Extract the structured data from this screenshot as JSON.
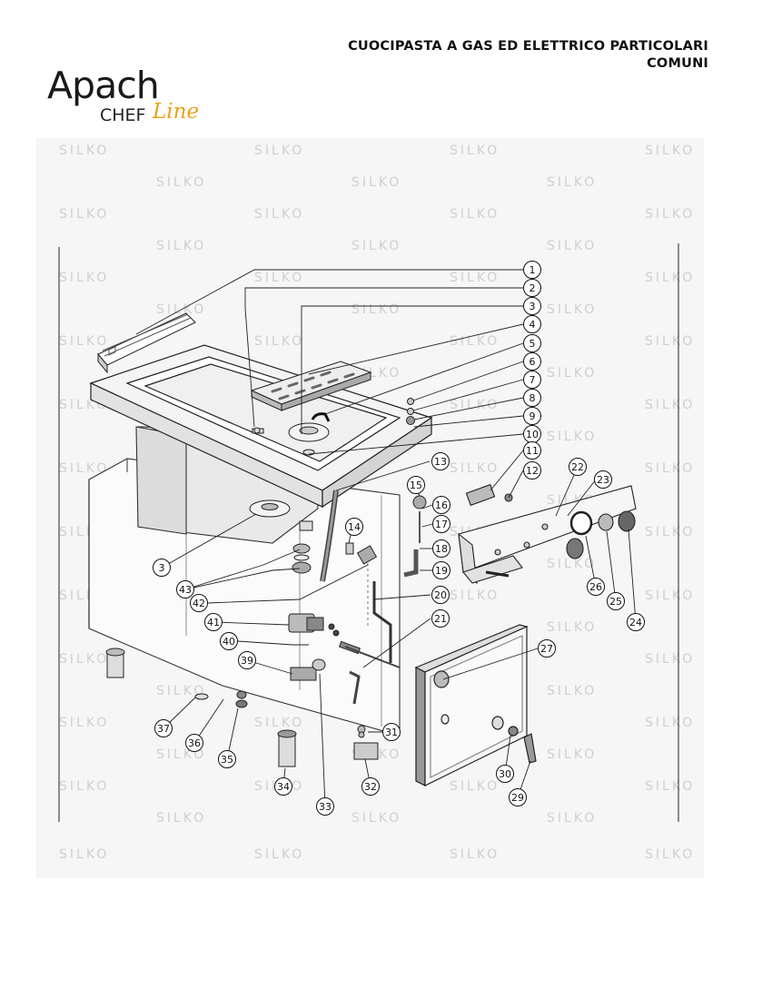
{
  "header": {
    "title_line1": "CUOCIPASTA A GAS ED ELETTRICO PARTICOLARI",
    "title_line2": "COMUNI"
  },
  "logo": {
    "brand": "Apach",
    "sub": "CHEF",
    "script": "Line"
  },
  "watermark": {
    "text": "SILKO"
  },
  "parts": [
    "1",
    "2",
    "3",
    "4",
    "5",
    "6",
    "7",
    "8",
    "9",
    "10",
    "11",
    "12",
    "13",
    "14",
    "15",
    "16",
    "17",
    "18",
    "19",
    "20",
    "21",
    "22",
    "23",
    "24",
    "25",
    "26",
    "27",
    "29",
    "30",
    "31",
    "32",
    "33",
    "34",
    "35",
    "36",
    "37",
    "39",
    "40",
    "41",
    "42",
    "43"
  ],
  "callouts": [
    {
      "id": "c1",
      "label": "1"
    },
    {
      "id": "c2",
      "label": "2"
    },
    {
      "id": "c3a",
      "label": "3"
    },
    {
      "id": "c4",
      "label": "4"
    },
    {
      "id": "c5",
      "label": "5"
    },
    {
      "id": "c6",
      "label": "6"
    },
    {
      "id": "c7",
      "label": "7"
    },
    {
      "id": "c8",
      "label": "8"
    },
    {
      "id": "c9",
      "label": "9"
    },
    {
      "id": "c10",
      "label": "10"
    },
    {
      "id": "c11",
      "label": "11"
    },
    {
      "id": "c12",
      "label": "12"
    },
    {
      "id": "c13",
      "label": "13"
    },
    {
      "id": "c14",
      "label": "14"
    },
    {
      "id": "c15",
      "label": "15"
    },
    {
      "id": "c16",
      "label": "16"
    },
    {
      "id": "c17",
      "label": "17"
    },
    {
      "id": "c18",
      "label": "18"
    },
    {
      "id": "c19",
      "label": "19"
    },
    {
      "id": "c20",
      "label": "20"
    },
    {
      "id": "c21",
      "label": "21"
    },
    {
      "id": "c22",
      "label": "22"
    },
    {
      "id": "c23",
      "label": "23"
    },
    {
      "id": "c24",
      "label": "24"
    },
    {
      "id": "c25",
      "label": "25"
    },
    {
      "id": "c26",
      "label": "26"
    },
    {
      "id": "c27",
      "label": "27"
    },
    {
      "id": "c29",
      "label": "29"
    },
    {
      "id": "c30",
      "label": "30"
    },
    {
      "id": "c31",
      "label": "31"
    },
    {
      "id": "c32",
      "label": "32"
    },
    {
      "id": "c33",
      "label": "33"
    },
    {
      "id": "c34",
      "label": "34"
    },
    {
      "id": "c35",
      "label": "35"
    },
    {
      "id": "c36",
      "label": "36"
    },
    {
      "id": "c37",
      "label": "37"
    },
    {
      "id": "c39",
      "label": "39"
    },
    {
      "id": "c40",
      "label": "40"
    },
    {
      "id": "c41",
      "label": "41"
    },
    {
      "id": "c42",
      "label": "42"
    },
    {
      "id": "c43",
      "label": "43"
    },
    {
      "id": "c3b",
      "label": "3"
    }
  ]
}
